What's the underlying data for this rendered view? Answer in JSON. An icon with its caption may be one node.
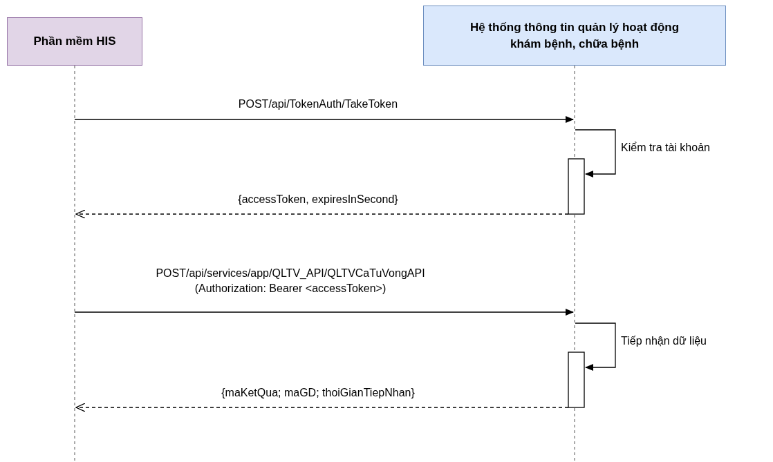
{
  "diagram": {
    "nodes": [
      {
        "text": [
          "Phần mềm HIS"
        ]
      },
      {
        "text": [
          "Hệ thống thông tin quản lý hoạt động khám bệnh, chữa bệnh"
        ]
      }
    ],
    "edges": [
      {
        "from": 0,
        "to": 1,
        "arrow": "to",
        "label": "POST/api/TokenAuth/TakeToken"
      },
      {
        "from": 1,
        "to": 1,
        "arrow": "to",
        "label": "Kiểm tra tài khoản"
      },
      {
        "from": 1,
        "to": 0,
        "arrow": "to",
        "style": "dashed",
        "label": "{accessToken, expiresInSecond}"
      },
      {
        "from": 0,
        "to": 1,
        "arrow": "to",
        "label": "POST/api/services/app/QLTV_API/QLTVCaTuVongAPI (Authorization: Bearer <accessToken>)"
      },
      {
        "from": 1,
        "to": 1,
        "arrow": "to",
        "label": "Tiếp nhận dữ liệu"
      },
      {
        "from": 1,
        "to": 0,
        "arrow": "to",
        "style": "dashed",
        "label": "{maKetQua; maGD; thoiGianTiepNhan}"
      }
    ]
  }
}
